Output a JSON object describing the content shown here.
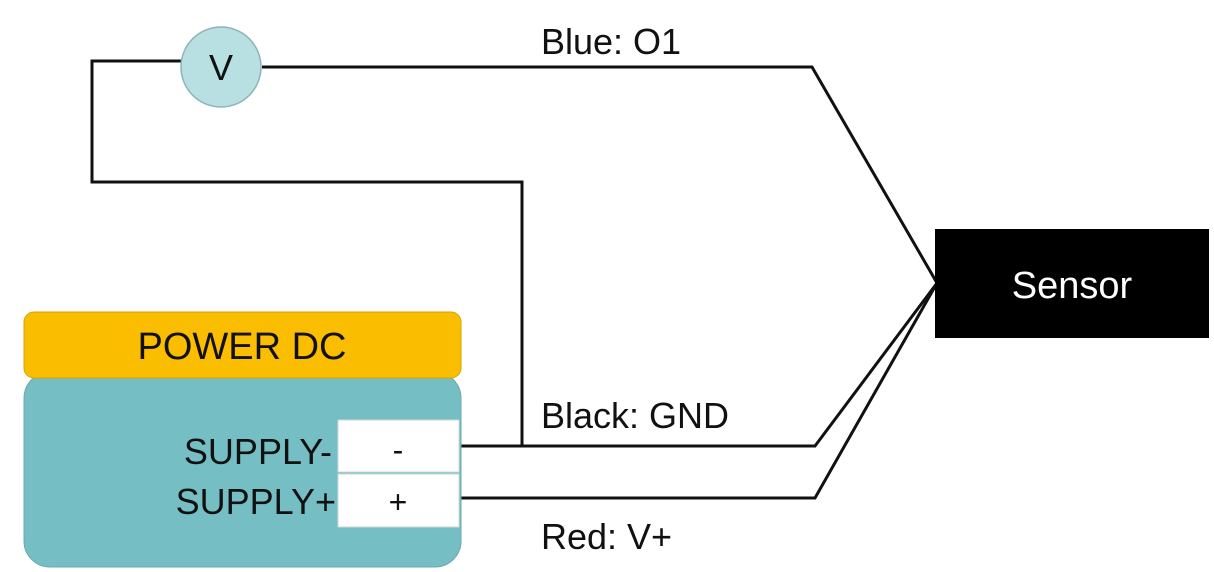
{
  "diagram": {
    "voltmeter": {
      "label": "V",
      "fill": "#b8dfe2",
      "stroke": "#8fb3b6"
    },
    "wires": {
      "signal": {
        "label": "Blue: O1",
        "color": "Blue",
        "terminal": "O1"
      },
      "ground": {
        "label": "Black: GND",
        "color": "Black",
        "terminal": "GND"
      },
      "power": {
        "label": "Red: V+",
        "color": "Red",
        "terminal": "V+"
      }
    },
    "sensor": {
      "label": "Sensor",
      "fill": "#000000",
      "text_color": "#ffffff"
    },
    "power_supply": {
      "title": "POWER DC",
      "title_fill": "#fbbd00",
      "body_fill": "#75bec4",
      "terminals": [
        {
          "name": "SUPPLY-",
          "symbol": "-"
        },
        {
          "name": "SUPPLY+",
          "symbol": "+"
        }
      ]
    },
    "wire_color": "#111111"
  }
}
